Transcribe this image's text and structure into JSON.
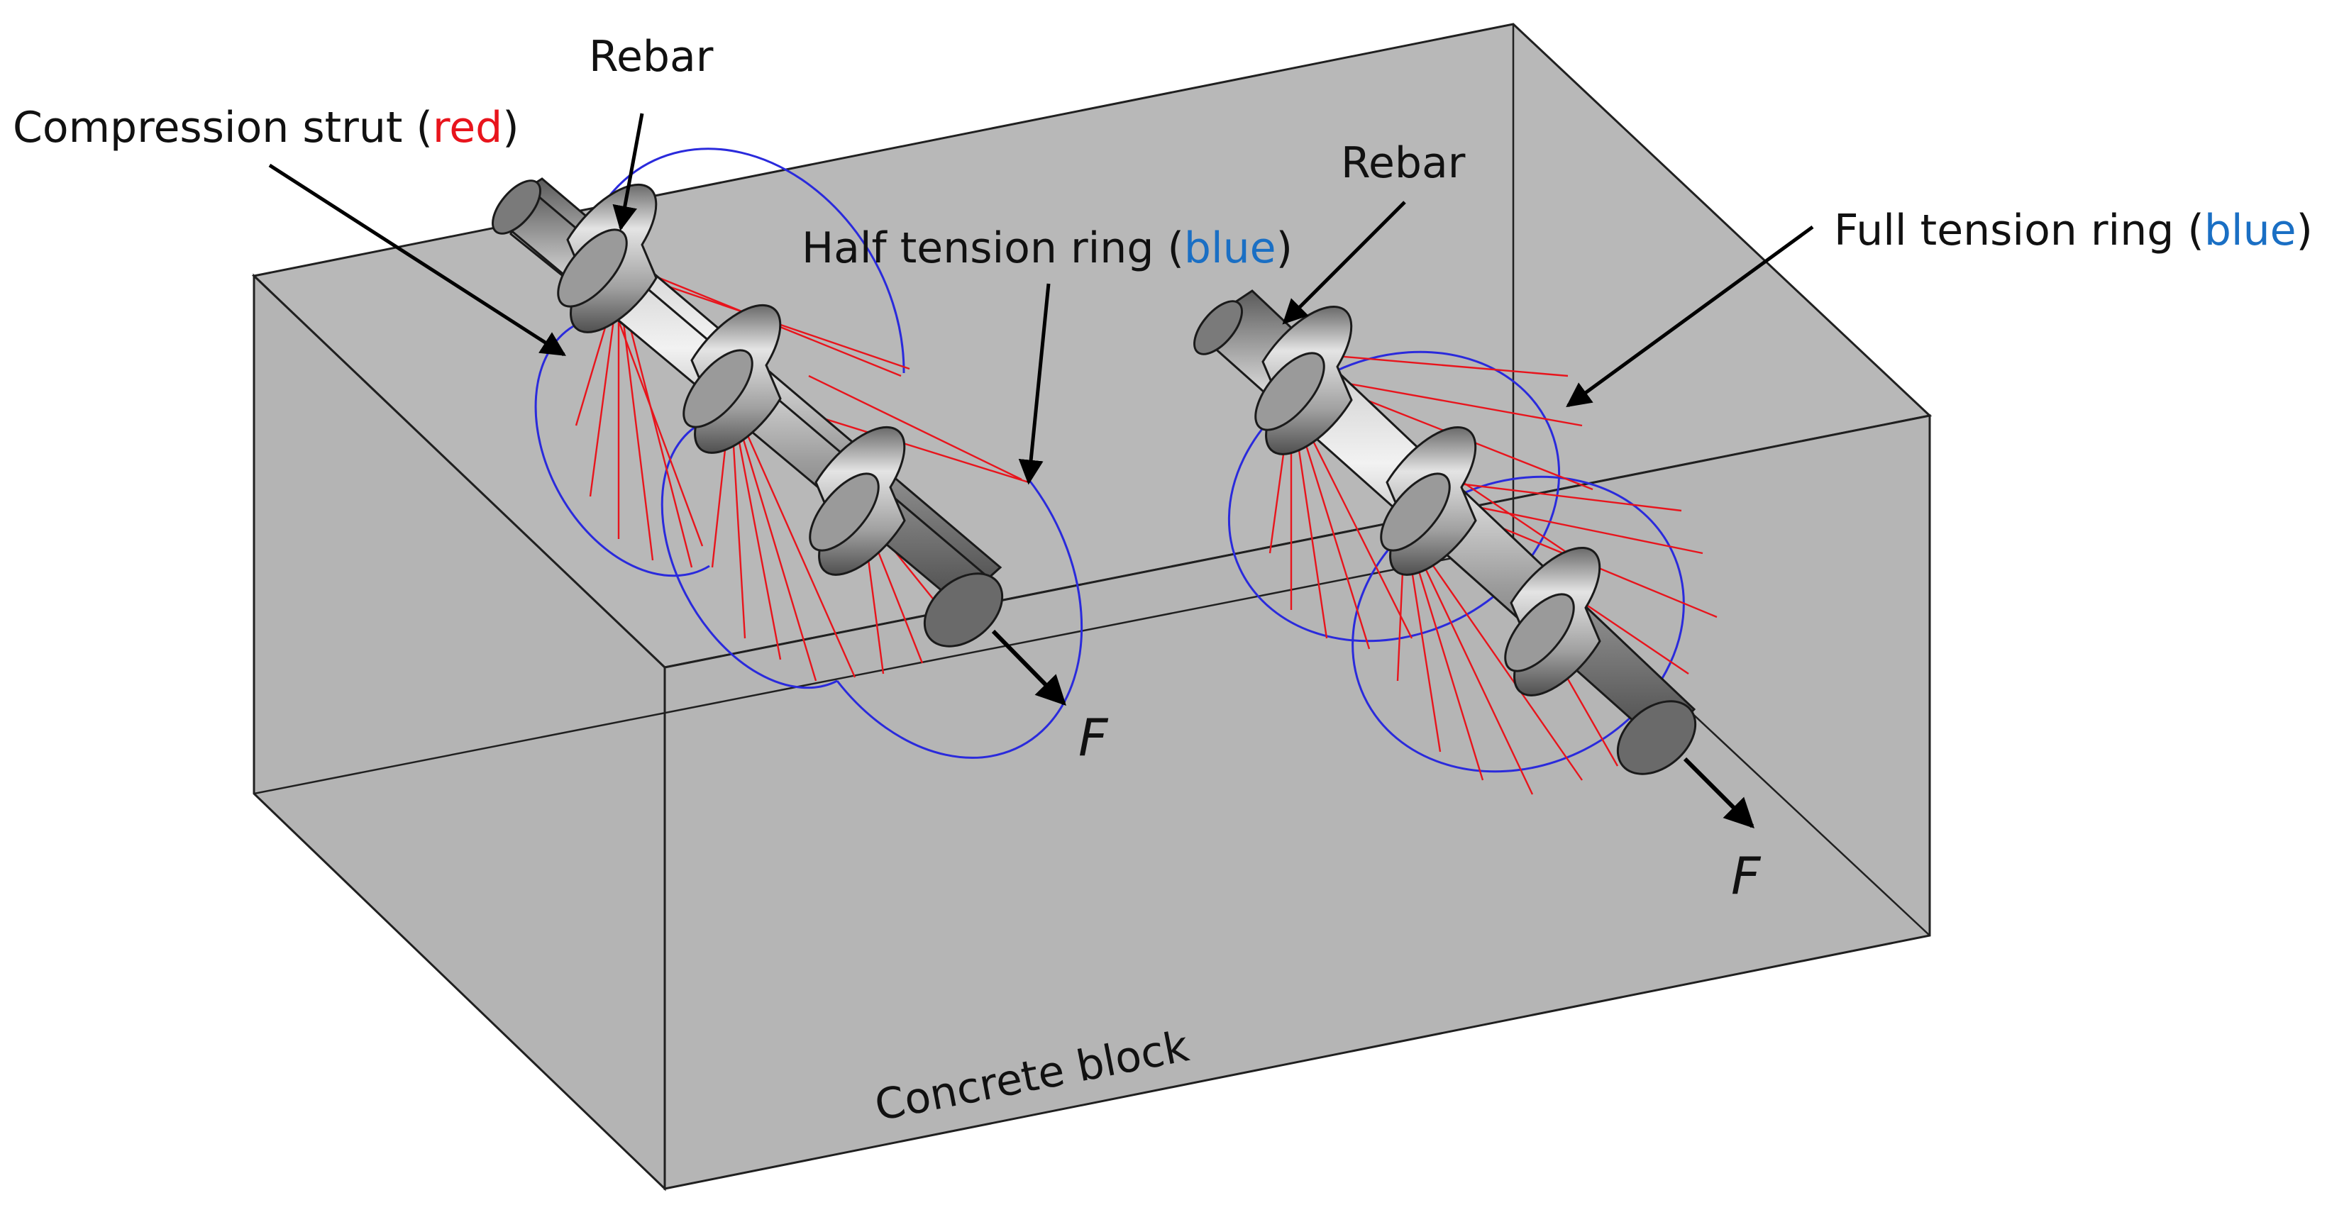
{
  "colors": {
    "block_face": "#b6b6b6",
    "block_edge": "#202020",
    "rebar_dark": "#4a4a4a",
    "rebar_mid": "#9a9a9a",
    "rebar_light": "#ececec",
    "strut": "#e8141c",
    "ring": "#2a2adc",
    "red_text": "#e8141c",
    "blue_text": "#1a6fc4",
    "label_text": "#111111"
  },
  "labels": {
    "compression_strut": {
      "prefix": "Compression strut (",
      "colored": "red",
      "suffix": ")"
    },
    "rebar_left": "Rebar",
    "rebar_right": "Rebar",
    "half_ring": {
      "prefix": "Half tension ring (",
      "colored": "blue",
      "suffix": ")"
    },
    "full_ring": {
      "prefix": "Full tension ring (",
      "colored": "blue",
      "suffix": ")"
    },
    "force_left": "F",
    "force_right": "F",
    "concrete": "Concrete block"
  },
  "icons": {
    "left_rebar": "ribbed-bar-icon",
    "right_rebar": "ribbed-bar-icon",
    "force_arrow": "arrow-icon"
  }
}
